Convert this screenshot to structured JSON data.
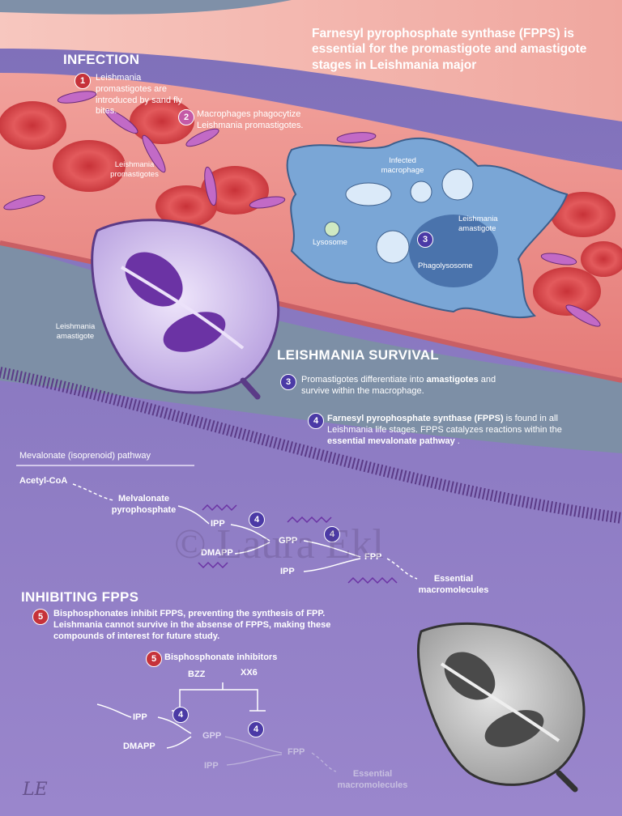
{
  "title": "Farnesyl pyrophosphate synthase (FPPS) is essential for the promastigote and amastigote stages in Leishmania major",
  "infection": {
    "heading": "INFECTION",
    "step1_num": "1",
    "step1_text": "Leishmania promastigotes are introduced by sand fly bites.",
    "step2_num": "2",
    "step2_text": "Macrophages phagocytize Leishmania promastigotes.",
    "label_promastigotes": "Leishmania promastigotes",
    "label_infected_macrophage": "Infected macrophage",
    "label_lysosome": "Lysosome",
    "label_amastigote_inner": "Leishmania amastigote",
    "label_phagolysosome": "Phagolysosome",
    "step3_marker": "3"
  },
  "amastigote_label": "Leishmania amastigote",
  "survival": {
    "heading": "LEISHMANIA SURVIVAL",
    "step3_num": "3",
    "step3_text_a": "Promastigotes differentiate into ",
    "step3_bold": "amastigotes",
    "step3_text_b": " and survive within the macrophage.",
    "step4_num": "4",
    "step4_bold": "Farnesyl pyrophosphate synthase (FPPS)",
    "step4_text_a": " is found in all Leishmania life stages. FPPS catalyzes reactions within the ",
    "step4_bold2": "essential mevalonate pathway",
    "step4_text_b": " ."
  },
  "pathway": {
    "heading": "Mevalonate (isoprenoid) pathway",
    "acetyl": "Acetyl-CoA",
    "mevalonate": "Melvalonate pyrophosphate",
    "ipp": "IPP",
    "dmapp": "DMAPP",
    "gpp": "GPP",
    "ipp2": "IPP",
    "fpp": "FPP",
    "essential": "Essential macromolecules",
    "enzyme1": "4",
    "enzyme2": "4"
  },
  "inhibit": {
    "heading": "INHIBITING FPPS",
    "step5_num": "5",
    "step5_text": "Bisphosphonates inhibit FPPS, preventing the synthesis of FPP. Leishmania cannot survive in the absense of FPPS, making these compounds of interest for future study.",
    "inhib_num": "5",
    "inhib_label": "Bisphosphonate inhibitors",
    "bzz": "BZZ",
    "xx6": "XX6",
    "ipp": "IPP",
    "dmapp": "DMAPP",
    "gpp": "GPP",
    "ipp2": "IPP",
    "fpp": "FPP",
    "essential": "Essential macromolecules",
    "enzyme1": "4",
    "enzyme2": "4"
  },
  "watermark": "© Laura Ekl",
  "signature": "LE",
  "colors": {
    "skin": "#f2b6ad",
    "vessel": "#e58a86",
    "blood_cell": "#e0474a",
    "macrophage": "#7aa6d6",
    "cytoplasm": "#8f7cc0",
    "step_badge_red": "#c6323a",
    "step_badge_pink": "#c45aa6",
    "step_badge_purple": "#4b3aa6"
  }
}
